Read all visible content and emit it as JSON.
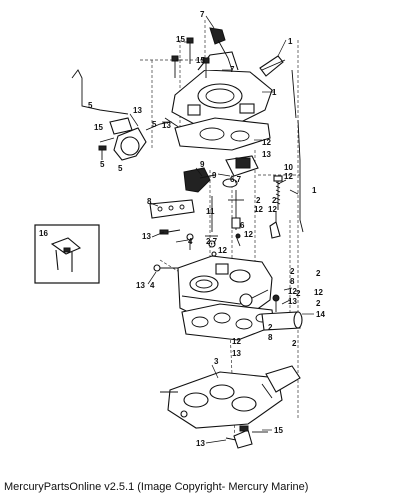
{
  "caption": "MercuryPartsOnline v2.5.1 (Image Copyright- Mercury Marine)",
  "callouts": {
    "c7_top": "7",
    "c1_top": "1",
    "c15_a": "15",
    "c15_b": "15",
    "c7_b": "7",
    "c1_b": "1",
    "c5_left": "5",
    "c13_a": "13",
    "c5_b": "5",
    "c15_c": "15",
    "c5_c": "5",
    "c13_b": "13",
    "c12_a": "12",
    "c13_c": "13",
    "c10": "10",
    "c12_b": "12",
    "c9_a": "9",
    "c9_b": "9",
    "c67": "6,7",
    "c1_c": "1",
    "c8": "8",
    "c11": "11",
    "c2_a": "2",
    "c12_c": "12",
    "c2_b": "2",
    "c12_d": "12",
    "c12_e": "12",
    "c16": "16",
    "c13_d": "13",
    "c4_a": "4",
    "c27": "2,7",
    "c6": "6",
    "c12_f": "12",
    "c13_e": "13",
    "c4_b": "4",
    "c2_c": "2",
    "c8_b": "8",
    "c12_g": "12",
    "c13_f": "13",
    "c2_d": "2",
    "c14": "14",
    "c2_e": "2",
    "c2_f": "2",
    "c12_h": "12",
    "c13_g": "13",
    "c8_c": "8",
    "c2_g": "2",
    "c3": "3",
    "c13_h": "13",
    "c15_d": "15"
  }
}
